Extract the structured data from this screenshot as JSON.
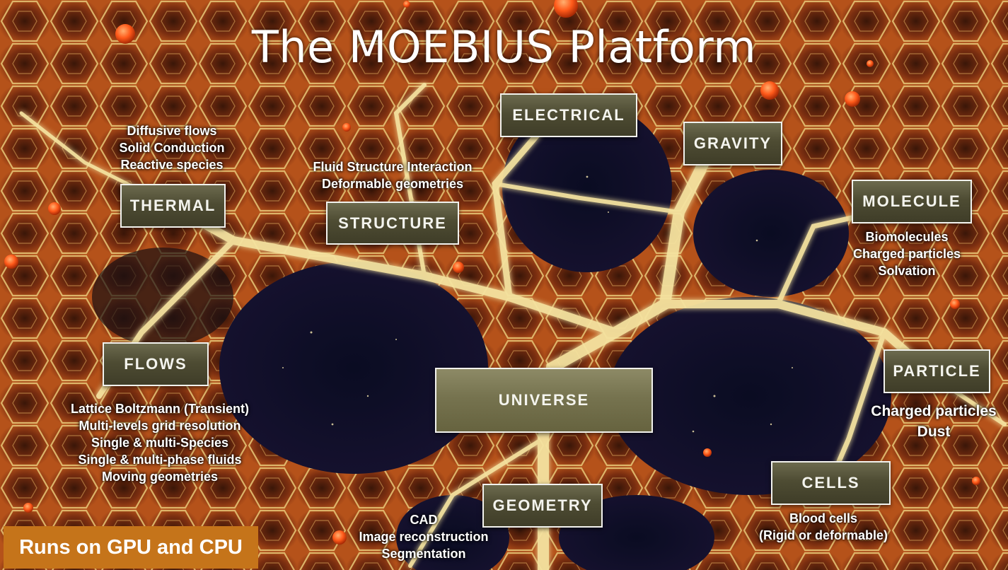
{
  "title": "The MOEBIUS Platform",
  "nodes": {
    "electrical": "ELECTRICAL",
    "gravity": "GRAVITY",
    "thermal": "THERMAL",
    "structure": "STRUCTURE",
    "molecule": "MOLECULE",
    "flows": "FLOWS",
    "universe": "UNIVERSE",
    "particle": "PARTICLE",
    "cells": "CELLS",
    "geometry": "GEOMETRY"
  },
  "descriptions": {
    "thermal": [
      "Diffusive flows",
      "Solid Conduction",
      "Reactive species"
    ],
    "structure": [
      "Fluid Structure Interaction",
      "Deformable geometries"
    ],
    "molecule": [
      "Biomolecules",
      "Charged particles",
      "Solvation"
    ],
    "flows": [
      "Lattice Boltzmann (Transient)",
      "Multi-levels grid resolution",
      "Single & multi-Species",
      "Single & multi-phase fluids",
      "Moving geometries"
    ],
    "particle": [
      "Charged particles",
      "Dust"
    ],
    "cells": [
      "Blood cells",
      "(Rigid or deformable)"
    ],
    "geometry": [
      "CAD",
      "Image reconstruction",
      "Segmentation"
    ]
  },
  "badge": "Runs on GPU and CPU",
  "colors": {
    "background": "#0d0906",
    "network_glow": "#f5e3a0",
    "cell_fill": "#7a2e10",
    "node_fill": "#4e4c33",
    "node_border": "#f2f2ee",
    "badge_fill": "#c5741a",
    "text": "#ffffff"
  }
}
